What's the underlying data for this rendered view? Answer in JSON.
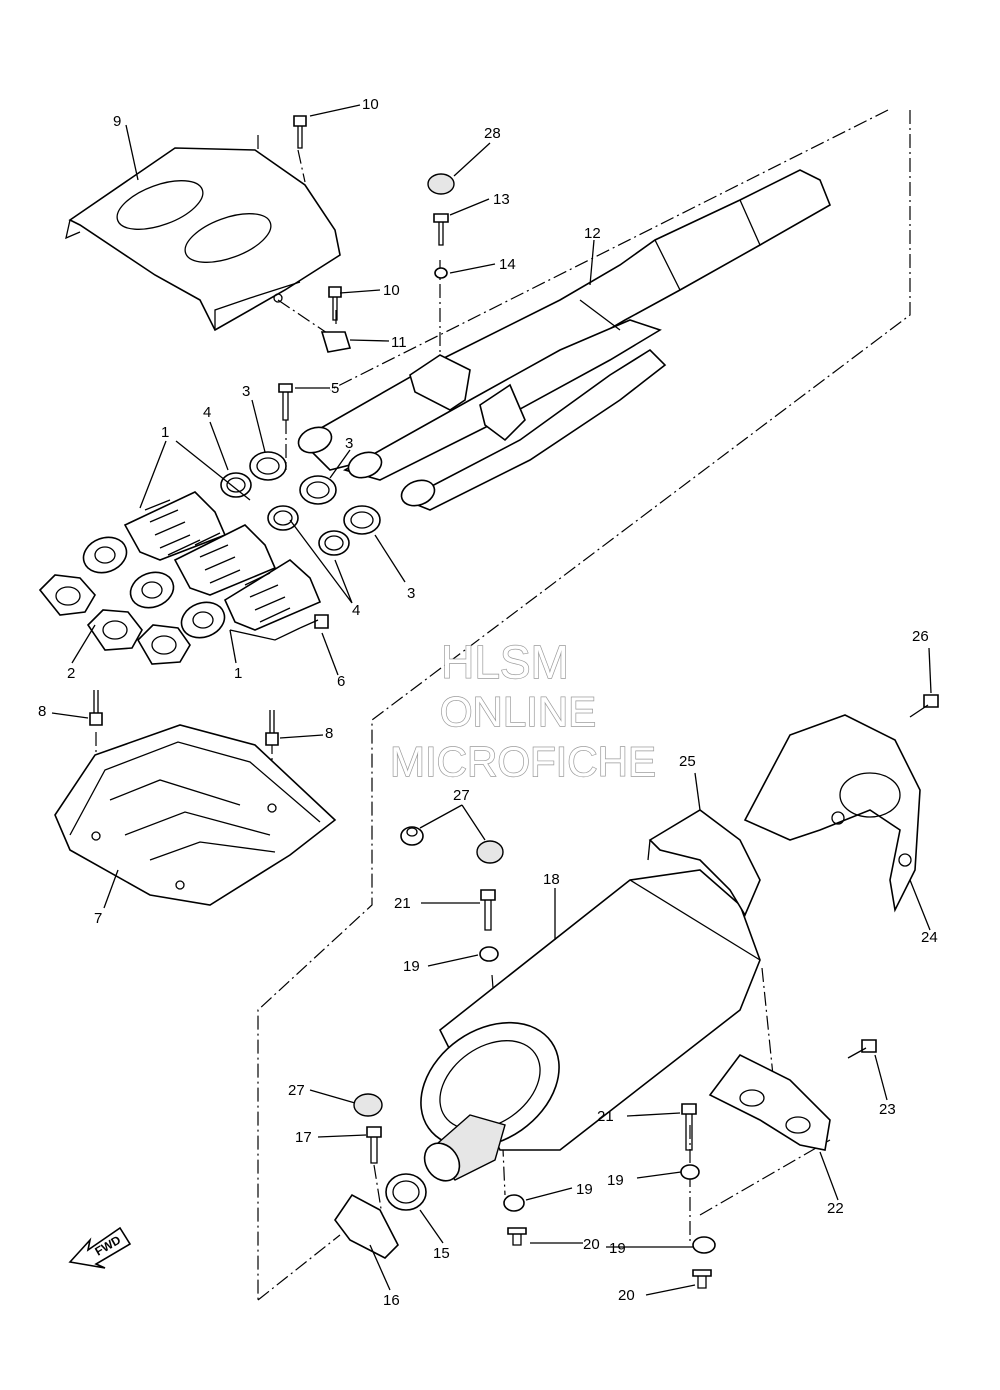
{
  "watermark": {
    "line1": "HLSM",
    "line2": "ONLINE",
    "line3": "MICROFICHE"
  },
  "fwd_label": "FWD",
  "callouts": [
    "1",
    "1",
    "2",
    "3",
    "3",
    "3",
    "4",
    "4",
    "5",
    "6",
    "7",
    "8",
    "8",
    "9",
    "10",
    "10",
    "11",
    "12",
    "13",
    "14",
    "15",
    "16",
    "17",
    "18",
    "19",
    "19",
    "19",
    "20",
    "20",
    "21",
    "21",
    "22",
    "23",
    "24",
    "25",
    "26",
    "27",
    "27",
    "28"
  ],
  "colors": {
    "line": "#000000",
    "watermark_outline": "#9a9a9a",
    "background": "#ffffff"
  }
}
